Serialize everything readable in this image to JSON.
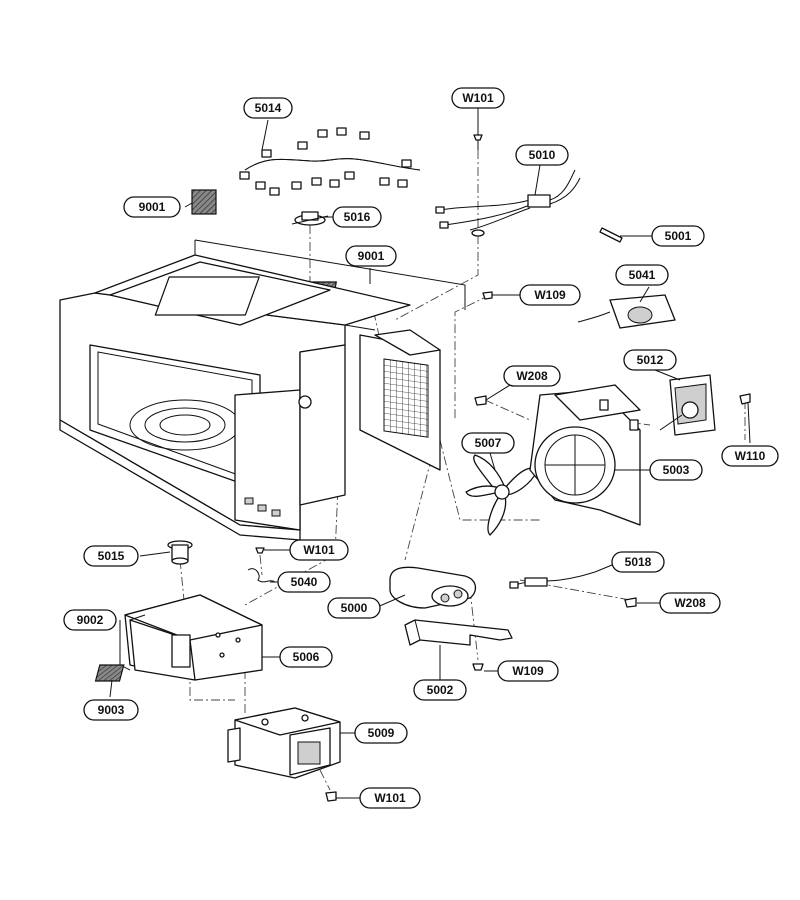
{
  "diagram": {
    "callouts": {
      "c5014": "5014",
      "c9001a": "9001",
      "c5016": "5016",
      "c9001b": "9001",
      "cW101a": "W101",
      "c5010": "5010",
      "c5001": "5001",
      "c5041": "5041",
      "cW109a": "W109",
      "c5012": "5012",
      "cW208a": "W208",
      "c5007": "5007",
      "c5003": "5003",
      "cW110": "W110",
      "c5015": "5015",
      "cW101b": "W101",
      "c5040": "5040",
      "c5018": "5018",
      "c5000": "5000",
      "cW208b": "W208",
      "c9002": "9002",
      "c5006": "5006",
      "c5002": "5002",
      "cW109b": "W109",
      "c9003": "9003",
      "c5009": "5009",
      "cW101c": "W101"
    }
  }
}
